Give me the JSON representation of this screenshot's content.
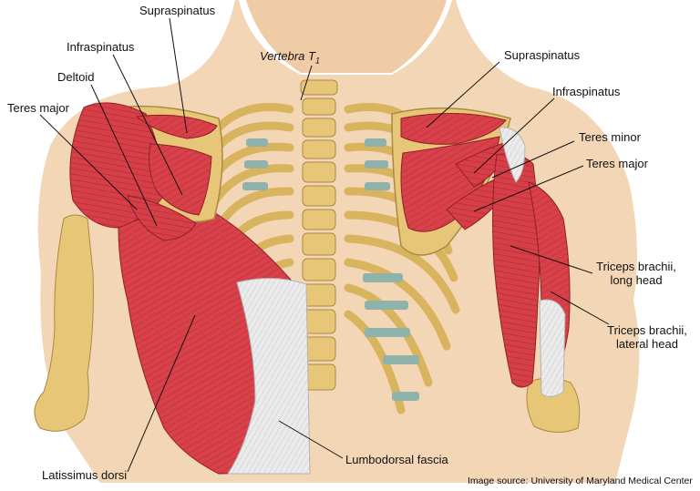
{
  "labels": {
    "supraspinatus_left": "Supraspinatus",
    "infraspinatus_left": "Infraspinatus",
    "deltoid": "Deltoid",
    "teres_major_left": "Teres major",
    "vertebra_prefix": "Vertebra T",
    "vertebra_sub": "1",
    "supraspinatus_right": "Supraspinatus",
    "infraspinatus_right": "Infraspinatus",
    "teres_minor": "Teres minor",
    "teres_major_right": "Teres major",
    "triceps_long_line1": "Triceps brachii,",
    "triceps_long_line2": "long head",
    "triceps_lateral_line1": "Triceps brachii,",
    "triceps_lateral_line2": "lateral head",
    "latissimus_dorsi": "Latissimus dorsi",
    "lumbodorsal_fascia": "Lumbodorsal fascia"
  },
  "credit": "Image source: University of Maryland Medical Center",
  "colors": {
    "skin": "#f3d6b6",
    "muscle": "#d9414a",
    "muscle_dark": "#a92a33",
    "bone": "#e8c677",
    "cartilage": "#8fb3ab",
    "fascia": "#e8e6e6"
  }
}
